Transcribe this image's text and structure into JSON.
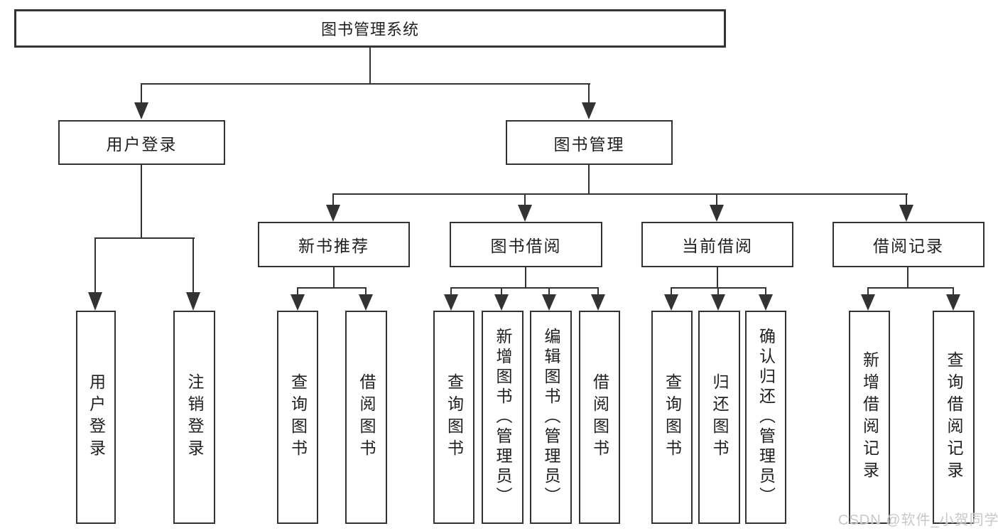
{
  "diagram": {
    "root": {
      "label": "图书管理系统"
    },
    "level2": [
      {
        "label": "用户登录"
      },
      {
        "label": "图书管理"
      }
    ],
    "level3": [
      {
        "label": "新书推荐"
      },
      {
        "label": "图书借阅"
      },
      {
        "label": "当前借阅"
      },
      {
        "label": "借阅记录"
      }
    ],
    "leaves": {
      "user_login": [
        "用户登录",
        "注销登录"
      ],
      "new_book_recommend": [
        "查询图书",
        "借阅图书"
      ],
      "book_borrow": [
        "查询图书",
        "新增图书（管理员）",
        "编辑图书（管理员）",
        "借阅图书"
      ],
      "current_borrow": [
        "查询图书",
        "归还图书",
        "确认归还（管理员）"
      ],
      "borrow_record": [
        "新增借阅记录",
        "查询借阅记录"
      ]
    }
  },
  "watermark": {
    "text": "CSDN @软件_小贺同学"
  },
  "colors": {
    "line": "#333333",
    "border": "#333333",
    "text": "#1f1f1f",
    "watermark": "#c8c8c8",
    "background": "#ffffff"
  }
}
